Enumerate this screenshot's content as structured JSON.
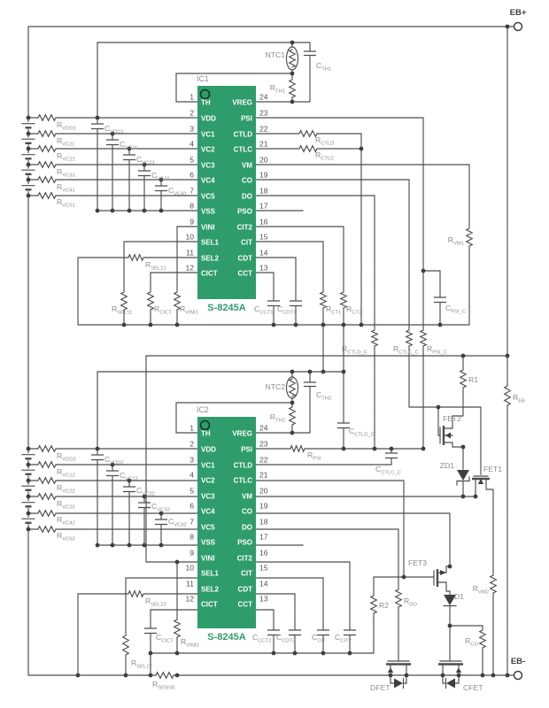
{
  "terminals": {
    "positive": "EB+",
    "negative": "EB-"
  },
  "colors": {
    "ic_fill": "#2E9C6B",
    "wire": "#4d4d4d",
    "label": "#8b8b8b",
    "part_name": "#2E9C6B"
  },
  "ics": [
    {
      "ref": "IC1",
      "part": "S-8245A",
      "left_pins": [
        [
          "1",
          "TH"
        ],
        [
          "2",
          "VDD"
        ],
        [
          "3",
          "VC1"
        ],
        [
          "4",
          "VC2"
        ],
        [
          "5",
          "VC3"
        ],
        [
          "6",
          "VC4"
        ],
        [
          "7",
          "VC5"
        ],
        [
          "8",
          "VSS"
        ],
        [
          "9",
          "VINI"
        ],
        [
          "10",
          "SEL1"
        ],
        [
          "11",
          "SEL2"
        ],
        [
          "12",
          "CICT"
        ]
      ],
      "right_pins": [
        [
          "24",
          "VREG"
        ],
        [
          "23",
          "PSI"
        ],
        [
          "22",
          "CTLD"
        ],
        [
          "21",
          "CTLC"
        ],
        [
          "20",
          "VM"
        ],
        [
          "19",
          "CO"
        ],
        [
          "18",
          "DO"
        ],
        [
          "17",
          "PSO"
        ],
        [
          "16",
          "CIT2"
        ],
        [
          "15",
          "CIT"
        ],
        [
          "14",
          "CDT"
        ],
        [
          "13",
          "CCT"
        ]
      ]
    },
    {
      "ref": "IC2",
      "part": "S-8245A",
      "left_pins": [
        [
          "1",
          "TH"
        ],
        [
          "2",
          "VDD"
        ],
        [
          "3",
          "VC1"
        ],
        [
          "4",
          "VC2"
        ],
        [
          "5",
          "VC3"
        ],
        [
          "6",
          "VC4"
        ],
        [
          "7",
          "VC5"
        ],
        [
          "8",
          "VSS"
        ],
        [
          "9",
          "VINI"
        ],
        [
          "10",
          "SEL1"
        ],
        [
          "11",
          "SEL2"
        ],
        [
          "12",
          "CICT"
        ]
      ],
      "right_pins": [
        [
          "24",
          "VREG"
        ],
        [
          "23",
          "PSI"
        ],
        [
          "22",
          "CTLD"
        ],
        [
          "21",
          "CTLC"
        ],
        [
          "20",
          "VM"
        ],
        [
          "19",
          "CO"
        ],
        [
          "18",
          "DO"
        ],
        [
          "17",
          "PSO"
        ],
        [
          "16",
          "CIT2"
        ],
        [
          "15",
          "CIT"
        ],
        [
          "14",
          "CDT"
        ],
        [
          "13",
          "CCT"
        ]
      ]
    }
  ],
  "labels": {
    "ntc1": "NTC1",
    "rth1": "R|TH1",
    "cth1": "C|TH1",
    "rvdd1": "R|VDD1",
    "rvc11": "R|VC11",
    "rvc21": "R|VC21",
    "rvc31": "R|VC31",
    "rvc41": "R|VC41",
    "rvc51": "R|VC51",
    "cvdd1": "C|VDD1",
    "cvc11": "C|VC11",
    "cvc21": "C|VC21",
    "cvc31": "C|VC31",
    "cvc41": "C|VC41",
    "rsel21": "R|SEL21",
    "rsel11": "R|SEL11",
    "rcict": "R|CICT",
    "rvini1": "R|VINI1",
    "ccct1": "C|CCT1",
    "ccdt1": "C|CDT1",
    "rct1": "R|CT1",
    "rct2": "R|CT2",
    "rctld": "R|CTLD",
    "rctlc": "R|CTLC",
    "rvm1": "R|VM1",
    "cpsic": "C|PSI_C",
    "rctldc": "R|CTLD_C",
    "rctlcc": "R|CTLC_C",
    "rpsic": "R|PSI_C",
    "ntc2": "NTC2",
    "rth2": "R|TH2",
    "cth2": "C|TH2",
    "rpsi": "R|PSI",
    "cctldc": "C|CTLD_C",
    "cctlcc": "C|CTLC_C",
    "rvdd2": "R|VDD2",
    "rvc12": "R|VC12",
    "rvc22": "R|VC22",
    "rvc32": "R|VC32",
    "rvc42": "R|VC42",
    "rvc52": "R|VC52",
    "cvdd2": "C|VDD2",
    "cvc12": "C|VC12",
    "cvc22": "C|VC22",
    "cvc32": "C|VC32",
    "cvc42": "C|VC42",
    "rsel22": "R|SEL22",
    "rsel12": "R|SEL12",
    "ccict": "C|CICT",
    "rvini2": "R|VINI2",
    "rsense": "R|SENSE",
    "ccct2": "C|CCT2",
    "ccdt2": "C|CDT2",
    "ccit": "C|CIT",
    "ccit2": "C|CIT2",
    "r2": "R2",
    "rdo": "R|DO",
    "rco": "R|CO",
    "rvm2": "R|VM2",
    "r1": "R1",
    "reb": "R|EB",
    "fet1": "FET1",
    "fet2": "FET2",
    "fet3": "FET3",
    "zd1": "ZD1",
    "d1": "D1",
    "dfet": "DFET",
    "cfet": "CFET"
  }
}
